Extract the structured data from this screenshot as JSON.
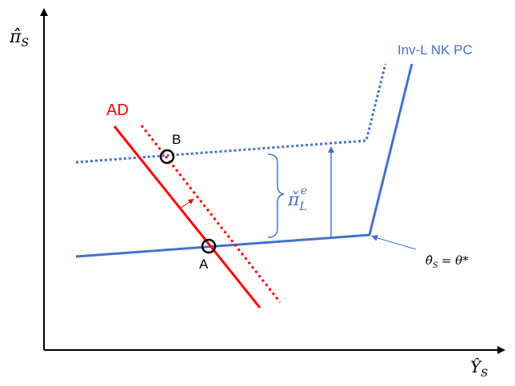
{
  "axes": {
    "y_label": "π̂",
    "y_sub": "S",
    "x_label": "Ŷ",
    "x_sub": "S"
  },
  "curves": {
    "ad_label": "AD",
    "pc_label": "Inv-L NK PC"
  },
  "points": {
    "a_label": "A",
    "b_label": "B"
  },
  "annotations": {
    "gap_main": "π̌",
    "gap_sub": "L",
    "gap_sup": "e",
    "kink_lhs": "θ̂",
    "kink_lhs_sub": "S",
    "kink_rhs": "= θ*"
  },
  "colors": {
    "ad": "#ff0000",
    "pc": "#4472c4",
    "axis": "#000000"
  }
}
